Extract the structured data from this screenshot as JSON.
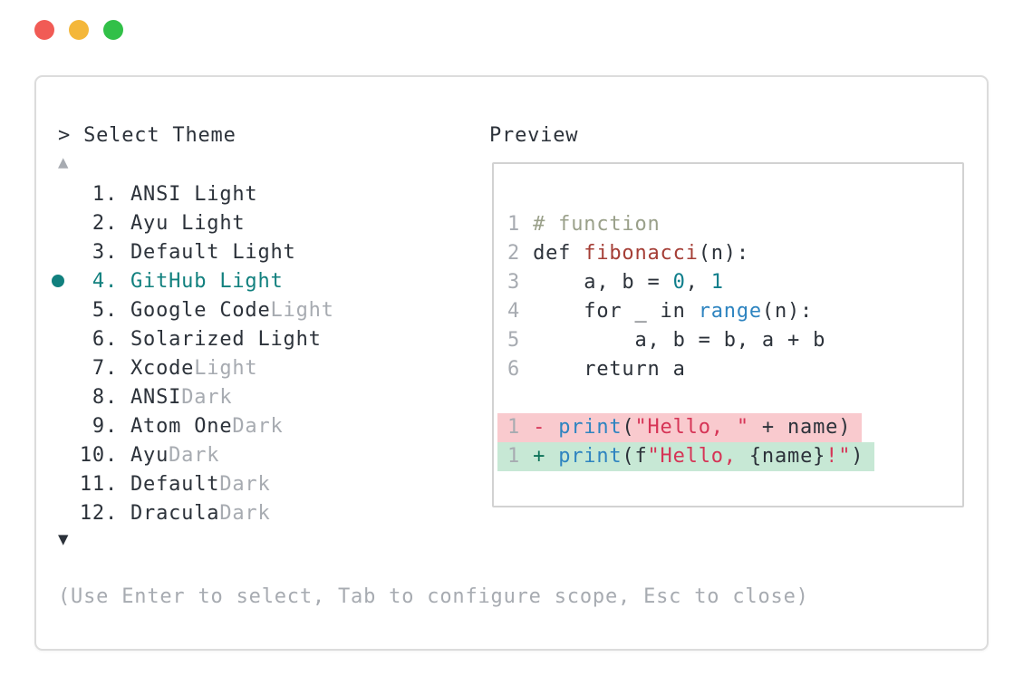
{
  "window": {
    "controls": [
      {
        "name": "close",
        "color": "#f15b55"
      },
      {
        "name": "minimize",
        "color": "#f4b73a"
      },
      {
        "name": "zoom",
        "color": "#31c048"
      }
    ]
  },
  "picker": {
    "title": "> Select Theme",
    "scroll_up_icon": "▲",
    "scroll_down_icon": "▼",
    "items": [
      {
        "number": "1.",
        "name": "ANSI Light",
        "suffix": "",
        "selected": false
      },
      {
        "number": "2.",
        "name": "Ayu Light",
        "suffix": "",
        "selected": false
      },
      {
        "number": "3.",
        "name": "Default Light",
        "suffix": "",
        "selected": false
      },
      {
        "number": "4.",
        "name": "GitHub Light",
        "suffix": "",
        "selected": true
      },
      {
        "number": "5.",
        "name": "Google Code",
        "suffix": "Light",
        "selected": false
      },
      {
        "number": "6.",
        "name": "Solarized Light",
        "suffix": "",
        "selected": false
      },
      {
        "number": "7.",
        "name": "Xcode",
        "suffix": "Light",
        "selected": false
      },
      {
        "number": "8.",
        "name": "ANSI",
        "suffix": "Dark",
        "selected": false
      },
      {
        "number": "9.",
        "name": "Atom One",
        "suffix": "Dark",
        "selected": false
      },
      {
        "number": "10.",
        "name": "Ayu",
        "suffix": "Dark",
        "selected": false
      },
      {
        "number": "11.",
        "name": "Default",
        "suffix": "Dark",
        "selected": false
      },
      {
        "number": "12.",
        "name": "Dracula",
        "suffix": "Dark",
        "selected": false
      }
    ],
    "help": "(Use Enter to select, Tab to configure scope, Esc to close)"
  },
  "preview": {
    "label": "Preview",
    "lines": [
      {
        "num": "1",
        "bg": "",
        "tokens": [
          [
            "# function",
            "comment"
          ]
        ]
      },
      {
        "num": "2",
        "bg": "",
        "tokens": [
          [
            "def ",
            "plain"
          ],
          [
            "fibonacci",
            "func"
          ],
          [
            "(n):",
            "plain"
          ]
        ]
      },
      {
        "num": "3",
        "bg": "",
        "tokens": [
          [
            "    a, b = ",
            "plain"
          ],
          [
            "0",
            "num"
          ],
          [
            ", ",
            "plain"
          ],
          [
            "1",
            "num"
          ]
        ]
      },
      {
        "num": "4",
        "bg": "",
        "tokens": [
          [
            "    for _ in ",
            "plain"
          ],
          [
            "range",
            "builtin"
          ],
          [
            "(n):",
            "plain"
          ]
        ]
      },
      {
        "num": "5",
        "bg": "",
        "tokens": [
          [
            "        a, b = b, a + b",
            "plain"
          ]
        ]
      },
      {
        "num": "6",
        "bg": "",
        "tokens": [
          [
            "    return a",
            "plain"
          ]
        ]
      },
      {
        "num": "",
        "bg": "",
        "tokens": []
      },
      {
        "num": "1",
        "bg": "removed",
        "tokens": [
          [
            "- ",
            "removed"
          ],
          [
            "print",
            "builtin"
          ],
          [
            "(",
            "plain"
          ],
          [
            "\"Hello, \"",
            "string"
          ],
          [
            " + name)",
            "plain"
          ]
        ]
      },
      {
        "num": "1",
        "bg": "added",
        "tokens": [
          [
            "+ ",
            "added"
          ],
          [
            "print",
            "builtin"
          ],
          [
            "(f",
            "plain"
          ],
          [
            "\"Hello, ",
            "string"
          ],
          [
            "{name}",
            "plain"
          ],
          [
            "!\")",
            "string-mixed"
          ]
        ]
      }
    ],
    "added_line_tail": [
      [
        "!\"",
        "string"
      ],
      [
        ")",
        "plain"
      ]
    ]
  },
  "colors": {
    "text": "#2c323a",
    "gray": "#a7abb1",
    "teal": "#11807e",
    "comment": "#9aa08a",
    "func": "#a53e36",
    "number": "#0f7e8b",
    "builtin": "#2e84c0",
    "string": "#d63456",
    "removed": "#d63456",
    "added": "#0e7359",
    "removed_bg": "#f9cace",
    "added_bg": "#c7e8d5",
    "panel_border": "#dcdcdc",
    "preview_border": "#d2d2d2"
  }
}
